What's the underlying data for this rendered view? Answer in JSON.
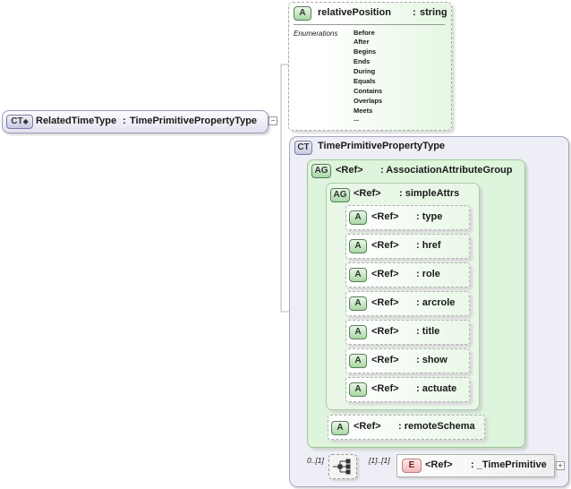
{
  "root": {
    "badge": "CT",
    "name": "RelatedTimeType",
    "type": "TimePrimitivePropertyType"
  },
  "relative_position": {
    "badge": "A",
    "name": "relativePosition",
    "type": "string",
    "enumerations_label": "Enumerations",
    "enumerations": [
      "Before",
      "After",
      "Begins",
      "Ends",
      "During",
      "Equals",
      "Contains",
      "Overlaps",
      "Meets",
      "..."
    ]
  },
  "ct_box": {
    "badge": "CT",
    "name": "TimePrimitivePropertyType"
  },
  "association_group": {
    "badge": "AG",
    "ref": "<Ref>",
    "type": ": AssociationAttributeGroup"
  },
  "simple_attrs": {
    "badge": "AG",
    "ref": "<Ref>",
    "type": ": simpleAttrs"
  },
  "attributes": [
    {
      "badge": "A",
      "ref": "<Ref>",
      "type": ": type"
    },
    {
      "badge": "A",
      "ref": "<Ref>",
      "type": ": href"
    },
    {
      "badge": "A",
      "ref": "<Ref>",
      "type": ": role"
    },
    {
      "badge": "A",
      "ref": "<Ref>",
      "type": ": arcrole"
    },
    {
      "badge": "A",
      "ref": "<Ref>",
      "type": ": title"
    },
    {
      "badge": "A",
      "ref": "<Ref>",
      "type": ": show"
    },
    {
      "badge": "A",
      "ref": "<Ref>",
      "type": ": actuate"
    }
  ],
  "remote_schema": {
    "badge": "A",
    "ref": "<Ref>",
    "type": ": remoteSchema"
  },
  "sequence": {
    "multiplicity_left": "0..[1]",
    "multiplicity_right": "[1]..[1]"
  },
  "element": {
    "badge": "E",
    "ref": "<Ref>",
    "type": ": _TimePrimitive"
  },
  "colors": {
    "attr_green": "#e9f8e7",
    "ct_lavender": "#eeeef6",
    "element_red": "#f2b7b7"
  }
}
